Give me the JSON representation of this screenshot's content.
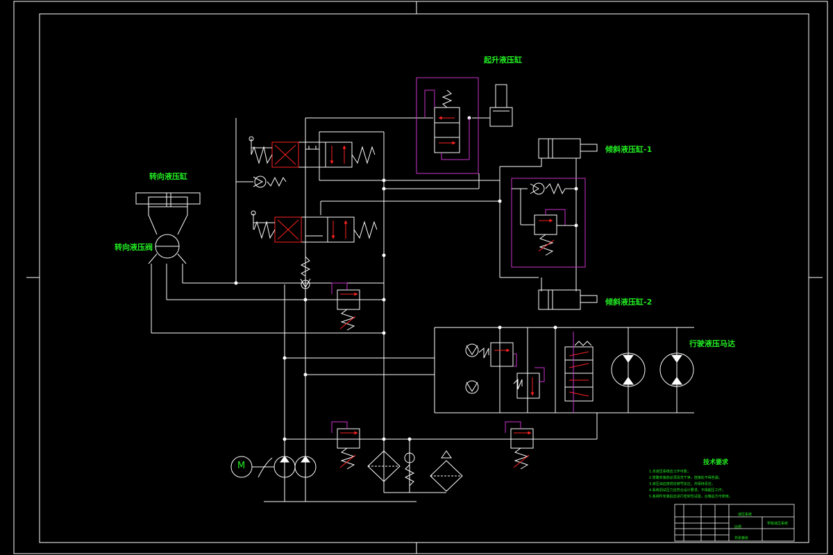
{
  "labels": {
    "lift_cylinder": "起升液压缸",
    "steer_cylinder": "转向液压缸",
    "steer_valve": "转向液压阀",
    "tilt_cylinder_1": "倾斜液压缸-1",
    "tilt_cylinder_2": "倾斜液压缸-2",
    "walk_motor": "行驶液压马达",
    "motor_symbol": "M"
  },
  "tech_requirements": {
    "title": "技术要求",
    "items": [
      "1.本液压系统应工作可靠；",
      "2.管路安装前必须清洗干净，连接处不得泄漏；",
      "3.液压油应按规定牌号加注，并保持清洁；",
      "4.系统调试压力应符合设计要求，不得超压工作；",
      "5.各阀件安装后应进行密封性试验，合格后方可使用。"
    ]
  },
  "title_block": {
    "drawing_name": "液压系统",
    "school": "学院液压系统",
    "scale_label": "比例",
    "sheet_label": "共张第张"
  },
  "colors": {
    "line": "#ffffff",
    "magenta": "#cc33cc",
    "red": "#ff2222",
    "text": "#22ee22"
  }
}
